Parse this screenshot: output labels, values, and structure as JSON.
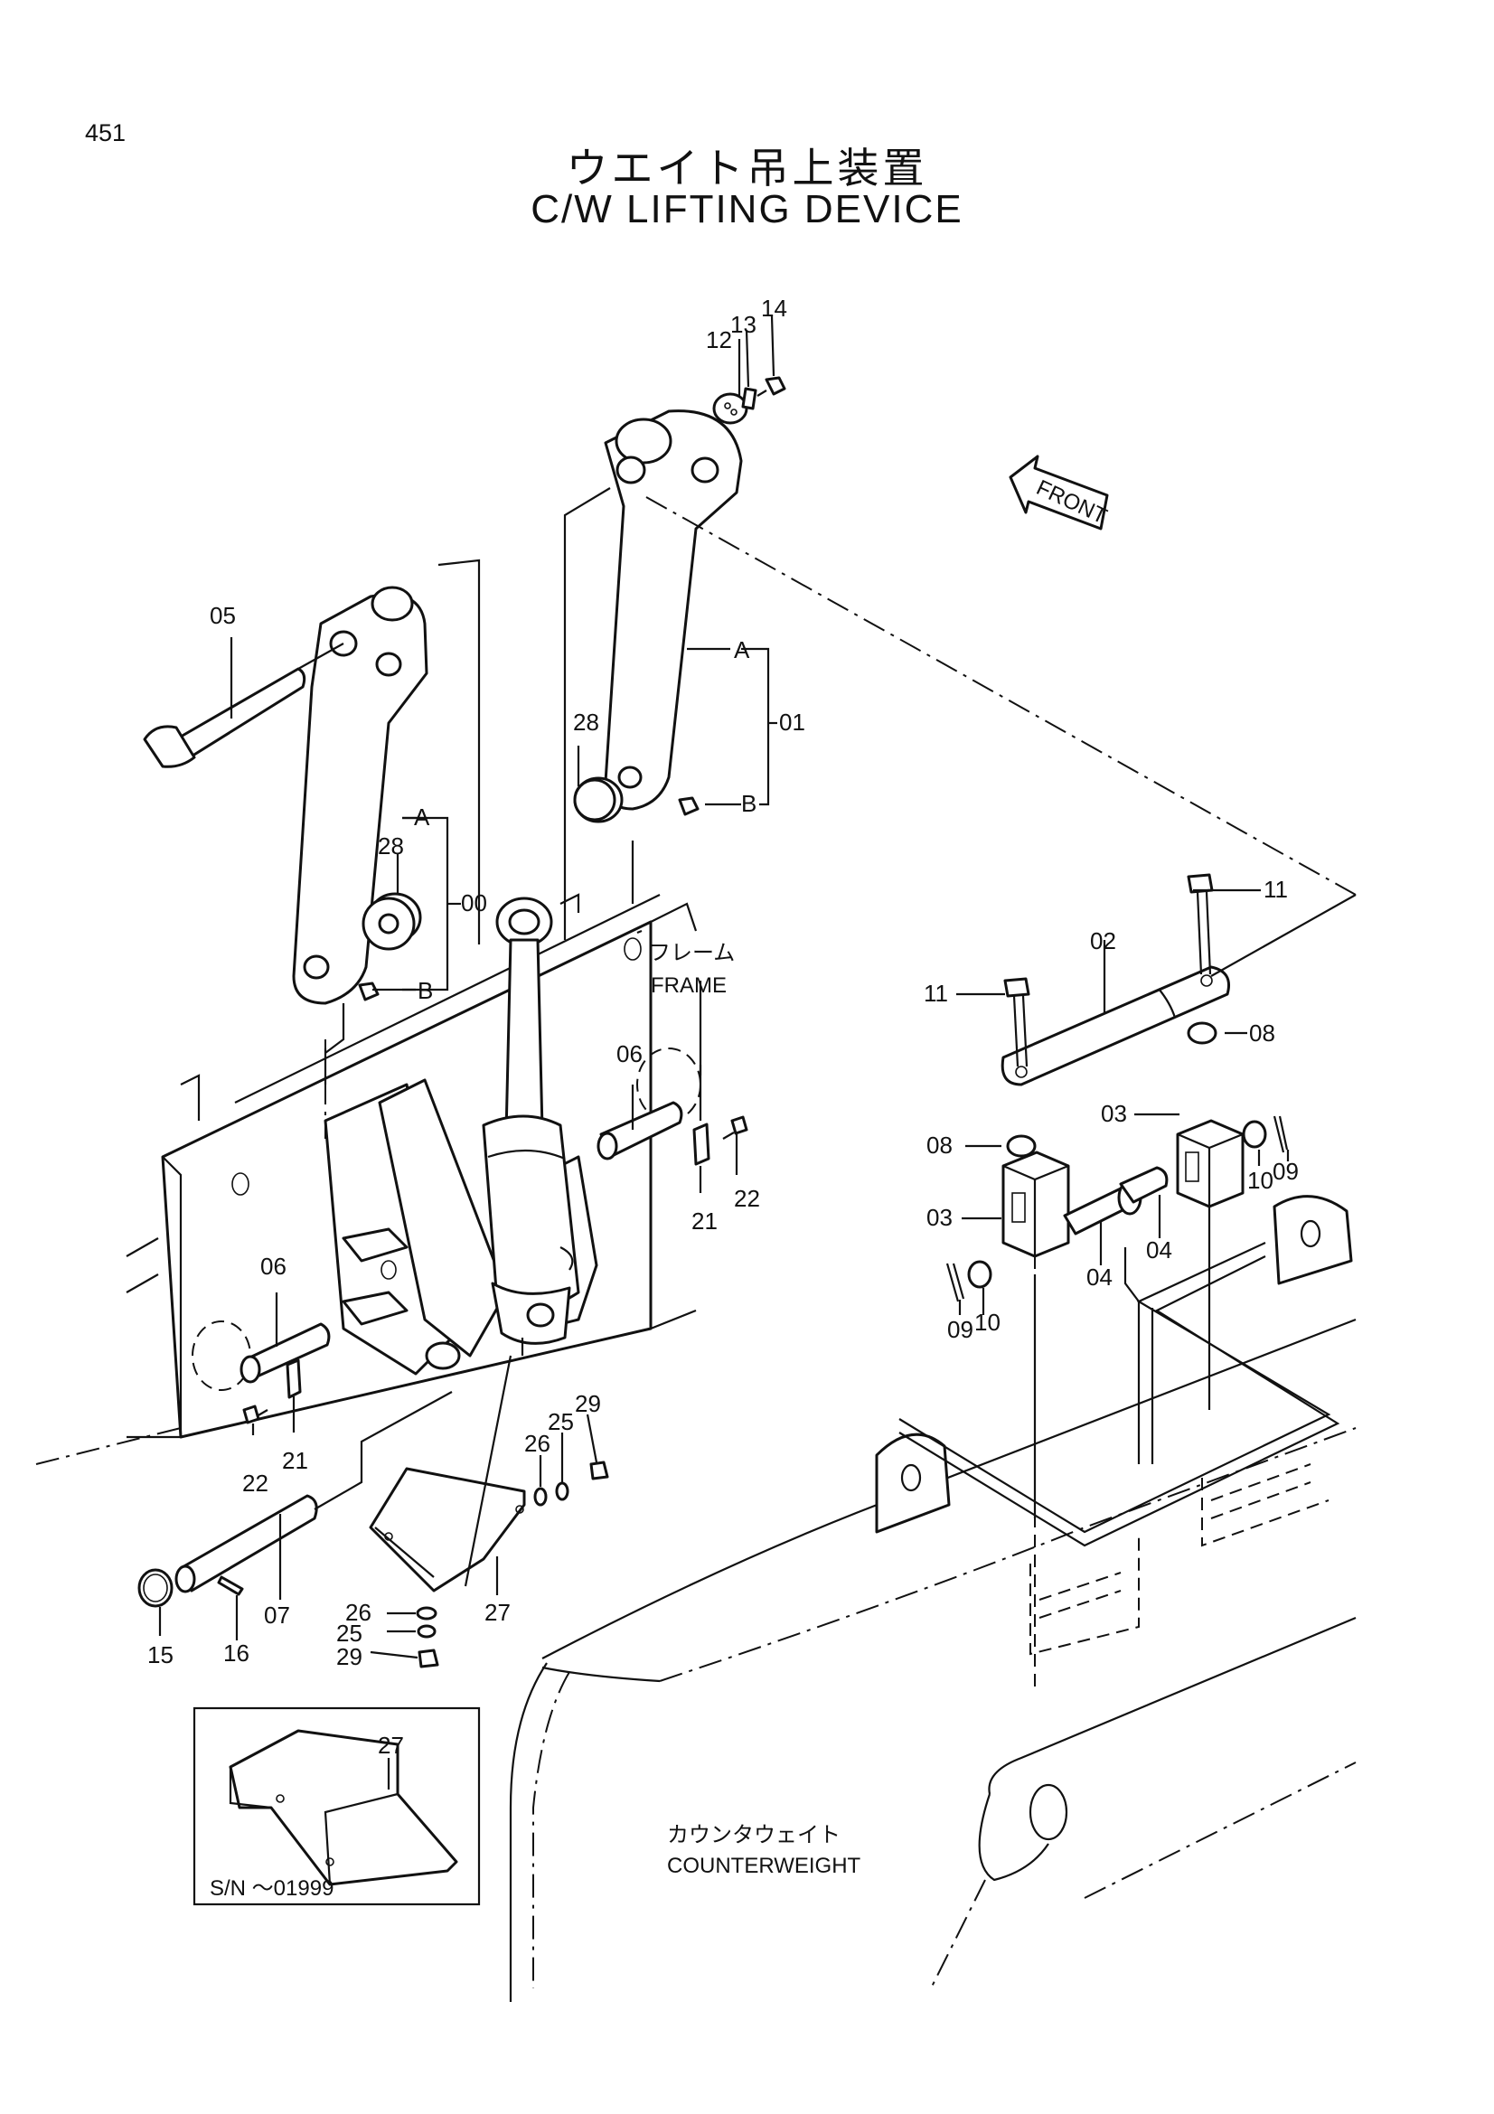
{
  "page_number": "451",
  "title_jp": "ウエイト吊上装置",
  "title_en": "C/W LIFTING DEVICE",
  "front_arrow": "FRONT",
  "frame_label_jp": "フレーム",
  "frame_label_en": "FRAME",
  "counterweight_label_jp": "カウンタウェイト",
  "counterweight_label_en": "COUNTERWEIGHT",
  "inset_note": "S/N ～01999",
  "assembly_labels": {
    "A": "A",
    "B": "B"
  },
  "callouts": {
    "p00": "00",
    "p01": "01",
    "p02": "02",
    "p03a": "03",
    "p03b": "03",
    "p04a": "04",
    "p04b": "04",
    "p05": "05",
    "p06a": "06",
    "p06b": "06",
    "p07": "07",
    "p08a": "08",
    "p08b": "08",
    "p09a": "09",
    "p09b": "09",
    "p10a": "10",
    "p10b": "10",
    "p11a": "11",
    "p11b": "11",
    "p12": "12",
    "p13": "13",
    "p14": "14",
    "p15": "15",
    "p16": "16",
    "p21a": "21",
    "p21b": "21",
    "p22a": "22",
    "p22b": "22",
    "p25a": "25",
    "p25b": "25",
    "p26a": "26",
    "p26b": "26",
    "p27a": "27",
    "p27b": "27",
    "p28a": "28",
    "p28b": "28",
    "p29a": "29",
    "p29b": "29"
  }
}
